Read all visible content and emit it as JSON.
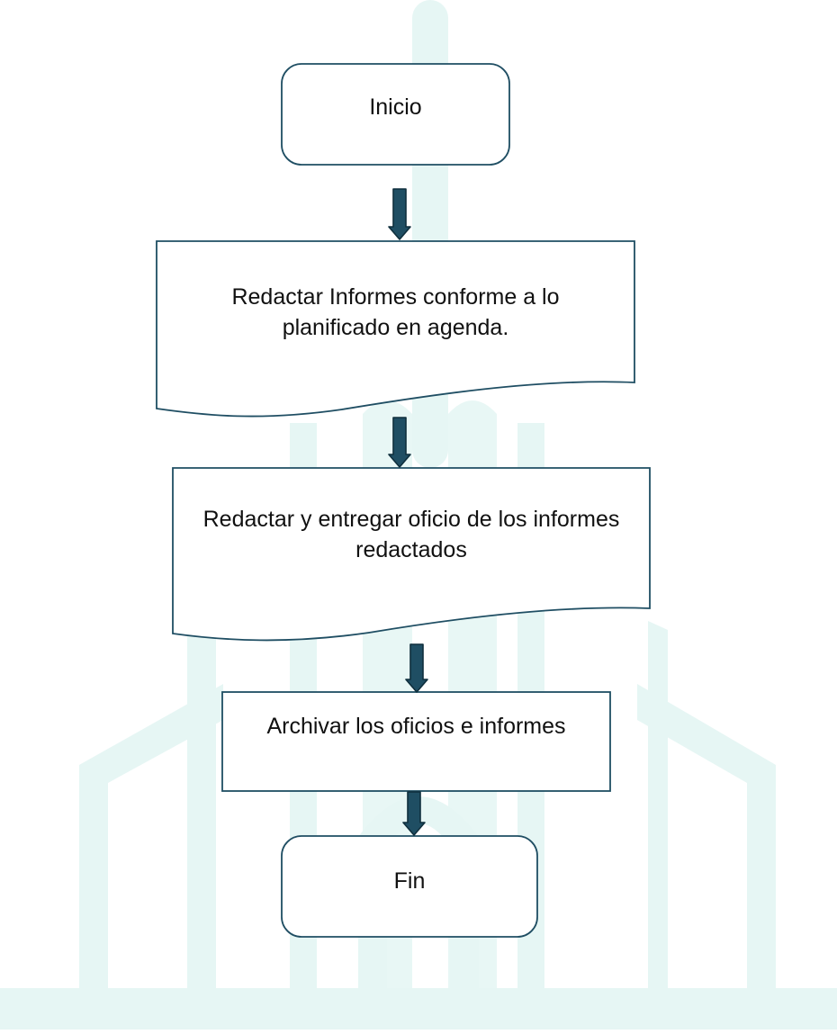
{
  "flowchart": {
    "nodes": [
      {
        "id": "inicio",
        "shape": "terminal",
        "text": "Inicio"
      },
      {
        "id": "redactar-informes",
        "shape": "document",
        "text": "Redactar Informes conforme a lo planificado en agenda."
      },
      {
        "id": "redactar-oficio",
        "shape": "document",
        "text": "Redactar y entregar oficio de los informes redactados"
      },
      {
        "id": "archivar",
        "shape": "process",
        "text": "Archivar los oficios e informes"
      },
      {
        "id": "fin",
        "shape": "terminal",
        "text": "Fin"
      }
    ],
    "edges": [
      {
        "from": "inicio",
        "to": "redactar-informes"
      },
      {
        "from": "redactar-informes",
        "to": "redactar-oficio"
      },
      {
        "from": "redactar-oficio",
        "to": "archivar"
      },
      {
        "from": "archivar",
        "to": "fin"
      }
    ]
  },
  "colors": {
    "node_border": "#1f4e63",
    "arrow_fill": "#1f4e63",
    "arrow_stroke": "#0f2f3d",
    "watermark": "#e6f6f4",
    "text": "#111111"
  }
}
